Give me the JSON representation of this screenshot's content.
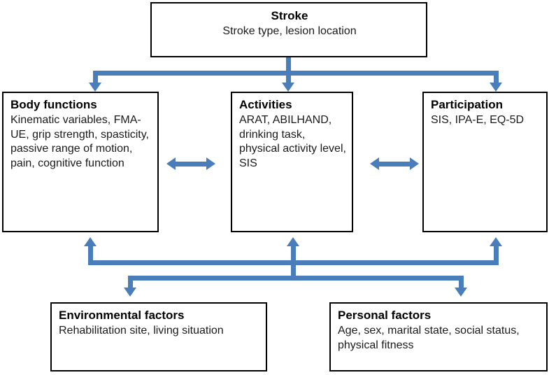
{
  "diagram": {
    "accent_color": "#4a7ebb",
    "border_color": "#000000",
    "background_color": "#ffffff",
    "boxes": {
      "stroke": {
        "title": "Stroke",
        "body": "Stroke type, lesion location"
      },
      "body_functions": {
        "title": "Body functions",
        "body": "Kinematic variables, FMA-UE, grip strength, spasticity, passive range of motion, pain, cognitive function"
      },
      "activities": {
        "title": "Activities",
        "body": "ARAT, ABILHAND, drinking task, physical activity level, SIS"
      },
      "participation": {
        "title": "Participation",
        "body": "SIS, IPA-E, EQ-5D"
      },
      "environmental_factors": {
        "title": "Environmental factors",
        "body": "Rehabilitation site, living situation"
      },
      "personal_factors": {
        "title": "Personal factors",
        "body": "Age, sex, marital state, social status, physical fitness"
      }
    },
    "connectors": [
      {
        "name": "stroke-to-domains-bus",
        "type": "one-to-many-down",
        "from": "stroke",
        "to": [
          "body_functions",
          "activities",
          "participation"
        ]
      },
      {
        "name": "body-functions-activities-link",
        "type": "bidirectional-horizontal",
        "from": "body_functions",
        "to": "activities"
      },
      {
        "name": "activities-participation-link",
        "type": "bidirectional-horizontal",
        "from": "activities",
        "to": "participation"
      },
      {
        "name": "contextual-factors-bus",
        "type": "bidirectional-bus",
        "from": [
          "body_functions",
          "activities",
          "participation"
        ],
        "to": [
          "environmental_factors",
          "personal_factors"
        ]
      }
    ]
  }
}
